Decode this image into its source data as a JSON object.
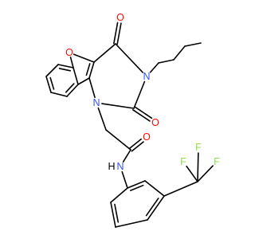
{
  "diagram": {
    "type": "chemical-structure",
    "atom_labels": {
      "O_furan": "O",
      "O_carbonyl_4": "O",
      "N3": "N",
      "O_carbonyl_2": "O",
      "N1": "N",
      "O_amide": "O",
      "N_amide": "N",
      "H_amide": "H",
      "F_top": "F",
      "F_left": "F",
      "F_right": "F"
    },
    "colors": {
      "bond": "#000000",
      "oxygen": "#ff0d0d",
      "nitrogen": "#3050f8",
      "fluorine": "#90e050",
      "background": "#ffffff"
    }
  }
}
